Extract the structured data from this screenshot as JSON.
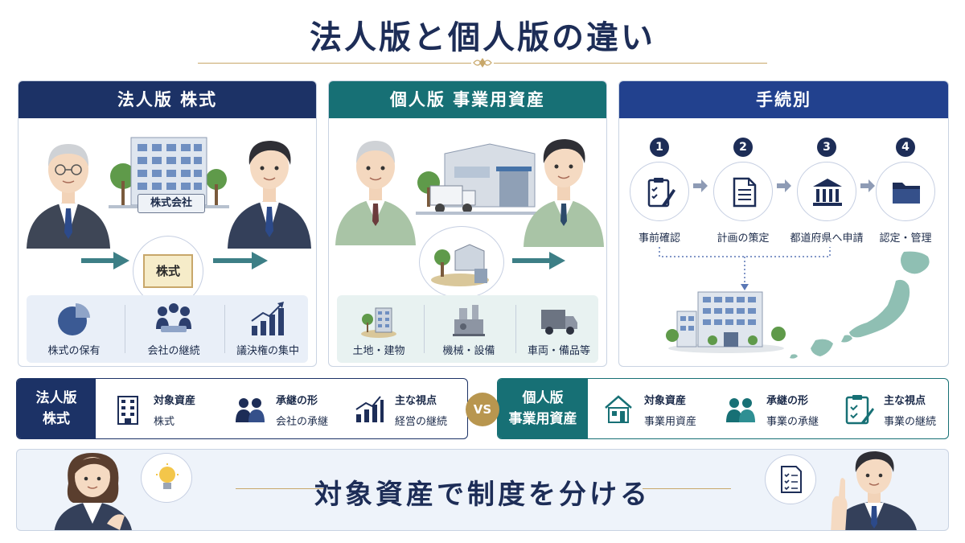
{
  "title": "法人版と個人版の違い",
  "panels": {
    "corporate": {
      "header": "法人版 株式",
      "company_sign": "株式会社",
      "certificate_label": "株式",
      "features": [
        "株式の保有",
        "会社の継続",
        "議決権の集中"
      ]
    },
    "individual": {
      "header": "個人版 事業用資産",
      "features": [
        "土地・建物",
        "機械・設備",
        "車両・備品等"
      ]
    },
    "procedure": {
      "header": "手続別",
      "steps": [
        {
          "num": "1",
          "label": "事前確認",
          "icon": "clipboard-pen-icon"
        },
        {
          "num": "2",
          "label": "計画の策定",
          "icon": "document-icon"
        },
        {
          "num": "3",
          "label": "都道府県へ申請",
          "icon": "government-building-icon"
        },
        {
          "num": "4",
          "label": "認定・管理",
          "icon": "folder-icon"
        }
      ]
    }
  },
  "comparison": {
    "corporate": {
      "tag_line1": "法人版",
      "tag_line2": "株式",
      "items": [
        {
          "title": "対象資産",
          "value": "株式"
        },
        {
          "title": "承継の形",
          "value": "会社の承継"
        },
        {
          "title": "主な視点",
          "value": "経営の継続"
        }
      ]
    },
    "vs": "VS",
    "individual": {
      "tag_line1": "個人版",
      "tag_line2": "事業用資産",
      "items": [
        {
          "title": "対象資産",
          "value": "事業用資産"
        },
        {
          "title": "承継の形",
          "value": "事業の承継"
        },
        {
          "title": "主な視点",
          "value": "事業の継続"
        }
      ]
    }
  },
  "banner": {
    "text": "対象資産で制度を分ける"
  },
  "colors": {
    "navy": "#1c3266",
    "teal": "#177075",
    "royal": "#22418e",
    "gold": "#b8964f"
  }
}
